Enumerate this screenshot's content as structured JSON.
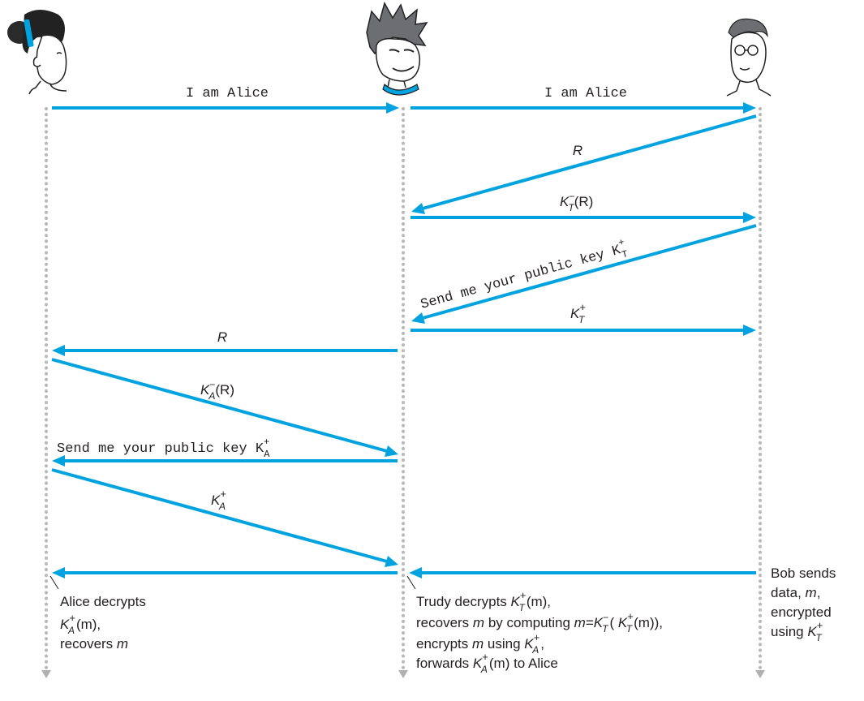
{
  "actors": [
    {
      "name": "Alice",
      "icon": "alice-icon"
    },
    {
      "name": "Trudy",
      "icon": "trudy-icon"
    },
    {
      "name": "Bob",
      "icon": "bob-icon"
    }
  ],
  "colors": {
    "arrow": "#00a3e0",
    "lifeline": "#b8b8b8",
    "text": "#231f20"
  },
  "messages": {
    "m1": "I am Alice",
    "m2": "I am Alice",
    "m3": "R",
    "m4_key": "K",
    "m4_sub": "T",
    "m4_sup": "−",
    "m4_arg": "(R)",
    "m5_text": "Send me your public key K",
    "m5_sup": "+",
    "m5_sub": "T",
    "m6_key": "K",
    "m6_sup": "+",
    "m6_sub": "T",
    "m7": "R",
    "m8_key": "K",
    "m8_sub": "A",
    "m8_sup": "−",
    "m8_arg": "(R)",
    "m9_text": "Send me your public key K",
    "m9_sup": "+",
    "m9_sub": "A",
    "m10_key": "K",
    "m10_sup": "+",
    "m10_sub": "A"
  },
  "notes": {
    "alice": {
      "line1": "Alice decrypts",
      "line2_key": "K",
      "line2_sup": "+",
      "line2_sub": "A",
      "line2_rest": "(m),",
      "line3_pre": "recovers ",
      "line3_m": "m"
    },
    "trudy": {
      "l1_pre": "Trudy decrypts ",
      "l1_key": "K",
      "l1_sup": "+",
      "l1_sub": "T",
      "l1_rest": "(m),",
      "l2_pre": "recovers ",
      "l2_m": "m",
      "l2_mid": " by computing ",
      "l2_eq": "m",
      "l2_eq2": "=",
      "l2_k1": "K",
      "l2_k1sup": "−",
      "l2_k1sub": "T",
      "l2_paren": "( ",
      "l2_k2": "K",
      "l2_k2sup": "+",
      "l2_k2sub": "T",
      "l2_end": "(m)),",
      "l3_pre": "encrypts ",
      "l3_m": "m",
      "l3_mid": " using ",
      "l3_key": "K",
      "l3_sup": "+",
      "l3_sub": "A",
      "l3_end": ",",
      "l4_pre": "forwards ",
      "l4_key": "K",
      "l4_sup": "+",
      "l4_sub": "A",
      "l4_rest": "(m) to Alice"
    },
    "bob": {
      "line1": "Bob sends",
      "line2_pre": "data, ",
      "line2_m": "m",
      "line2_end": ",",
      "line3": "encrypted",
      "line4_pre": "using ",
      "line4_key": "K",
      "line4_sup": "+",
      "line4_sub": "T"
    }
  }
}
